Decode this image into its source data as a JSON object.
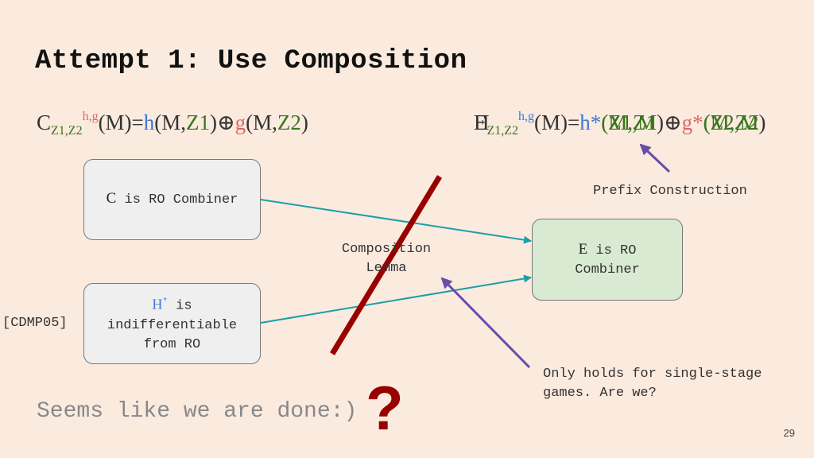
{
  "title": "Attempt 1: Use Composition",
  "formula_left": {
    "c": "C",
    "sub": "Z1,Z2",
    "sup": "h,g",
    "m": "(M)=",
    "h": "h",
    "mz1_open": "(M,",
    "z1": "Z1",
    "close_oplus": ")⊕",
    "g": "g",
    "mz2_open": "(M,",
    "z2": "Z2",
    "close": ")"
  },
  "formula_right": {
    "e": "E",
    "e_under": "H",
    "sub": "Z1,Z2",
    "sup": "h,g",
    "m": "(M)=",
    "h": "h*",
    "arg1": "(Z1,M",
    "arg1_under": "(M,Z1",
    "close_oplus": ")⊕",
    "g": "g*",
    "arg2": "(Z2,M",
    "arg2_under": "(M,Z2",
    "close": ")"
  },
  "boxes": {
    "c_combiner": {
      "letter": "C",
      "text": " is RO Combiner"
    },
    "e_combiner": {
      "line1_letter": "E",
      "line1_text": " is RO",
      "line2": "Combiner"
    },
    "h_indiff": {
      "h": "H",
      "sup": "*",
      "line1_text": " is",
      "line2": "indifferentiable",
      "line3": "from RO"
    }
  },
  "labels": {
    "prefix_construction": "Prefix Construction",
    "composition_line1": "Composition",
    "composition_line2": "Lemma",
    "cdmp05": "[CDMP05]",
    "only_holds_line1": "Only holds for single-stage",
    "only_holds_line2": "games. Are we?",
    "seems_done": "Seems like we are done:)",
    "question_mark": "?",
    "page_number": "29"
  },
  "colors": {
    "background": "#fbeade",
    "teal_arrow": "#1a9fa8",
    "purple_arrow": "#674ea7",
    "red_cross": "#990000",
    "h_blue": "#3c78d8",
    "z_green": "#38761d",
    "g_red": "#e06666"
  }
}
